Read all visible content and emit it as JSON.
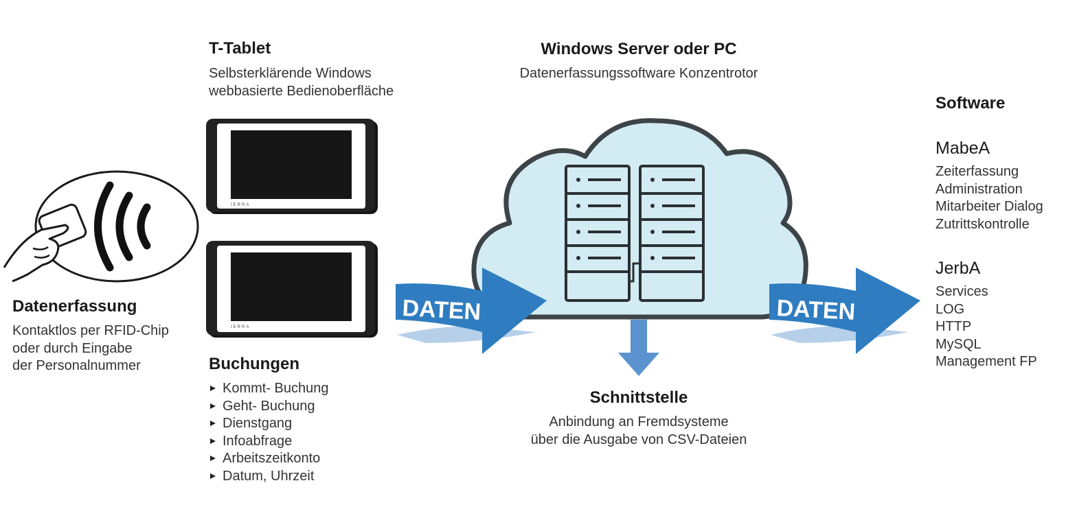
{
  "tablet": {
    "title": "T-Tablet",
    "lines": [
      "Selbsterklärende Windows",
      "webbasierte Bedienoberfläche"
    ],
    "brand": "IERRA"
  },
  "server": {
    "title": "Windows Server oder PC",
    "subtitle": "Datenerfassungssoftware Konzentrotor"
  },
  "capture": {
    "title": "Datenerfassung",
    "lines": [
      "Kontaktlos per RFID-Chip",
      "oder durch Eingabe",
      "der Personalnummer"
    ]
  },
  "bookings": {
    "title": "Buchungen",
    "items": [
      "Kommt- Buchung",
      "Geht- Buchung",
      "Dienstgang",
      "Infoabfrage",
      "Arbeitszeitkonto",
      "Datum, Uhrzeit"
    ]
  },
  "interface": {
    "title": "Schnittstelle",
    "lines": [
      "Anbindung an Fremdsysteme",
      "über die Ausgabe von CSV-Dateien"
    ]
  },
  "software": {
    "title": "Software",
    "mabea": {
      "name": "MabeA",
      "items": [
        "Zeiterfassung",
        "Administration",
        "Mitarbeiter Dialog",
        "Zutrittskontrolle"
      ]
    },
    "jerba": {
      "name": "JerbA",
      "items": [
        "Services",
        "LOG",
        "HTTP",
        "MySQL",
        "Management FP"
      ]
    }
  },
  "arrows": {
    "left_label": "DATEN",
    "right_label": "DATEN"
  },
  "colors": {
    "arrow_blue": "#2f7dc0",
    "arrow_shadow": "#a9c8e6",
    "cloud_fill": "#d3ecf3",
    "cloud_stroke": "#3d4448",
    "down_arrow": "#5b93cf"
  }
}
